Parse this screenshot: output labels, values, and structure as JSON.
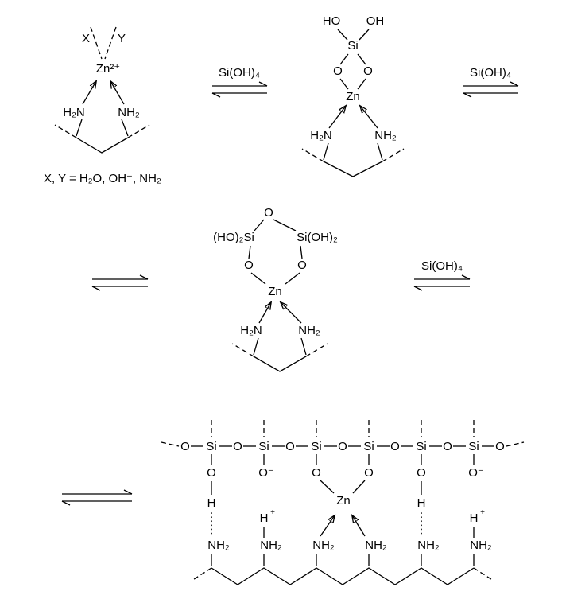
{
  "figure": {
    "background_color": "#ffffff",
    "ink_color": "#000000"
  },
  "reagent": {
    "label": "Si(OH)₄"
  },
  "legend": {
    "text": "X, Y = H₂O, OH⁻, NH₂"
  },
  "structure1": {
    "ligand_x": "X",
    "ligand_y": "Y",
    "metal": "Zn²⁺",
    "amine_left": "H₂N",
    "amine_right": "NH₂"
  },
  "structure2": {
    "hydroxyl_left": "HO",
    "hydroxyl_right": "OH",
    "silicon": "Si",
    "oxygen_left": "O",
    "oxygen_right": "O",
    "metal": "Zn",
    "amine_left": "H₂N",
    "amine_right": "NH₂"
  },
  "structure3": {
    "bridging_oxygen": "O",
    "silicate_left": "(HO)₂Si",
    "silicate_right": "Si(OH)₂",
    "oxygen_left": "O",
    "oxygen_right": "O",
    "metal": "Zn",
    "amine_left": "H₂N",
    "amine_right": "NH₂"
  },
  "structure4": {
    "chain": [
      "O",
      "Si",
      "O",
      "Si",
      "O",
      "Si",
      "O",
      "Si",
      "O",
      "Si",
      "O",
      "Si",
      "O"
    ],
    "pendants": [
      "O",
      "O⁻",
      "O",
      "O",
      "O",
      "O⁻"
    ],
    "hydrogen": "H",
    "charge": "+",
    "metal": "Zn",
    "amines": [
      "NH₂",
      "NH₂",
      "NH₂",
      "NH₂",
      "NH₂",
      "NH₂"
    ]
  }
}
